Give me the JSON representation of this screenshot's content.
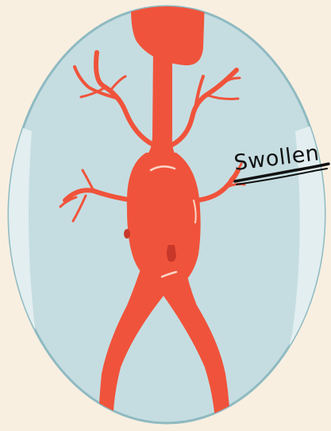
{
  "illustration": {
    "annotation_text": "Swollen"
  },
  "colors": {
    "page_background": "#f8efe1",
    "body_circle": "#c5dde1",
    "body_circle_edge": "#8fbac1",
    "torso_highlight": "#e2eef0",
    "aorta": "#f0533b",
    "aorta_dark": "#c8382a",
    "aorta_highlight": "#fbd7c8",
    "annotation_ink": "#111111"
  },
  "icons": {
    "aorta": "abdominal-aortic-aneurysm-illustration",
    "underline": "hand-drawn-underline"
  }
}
